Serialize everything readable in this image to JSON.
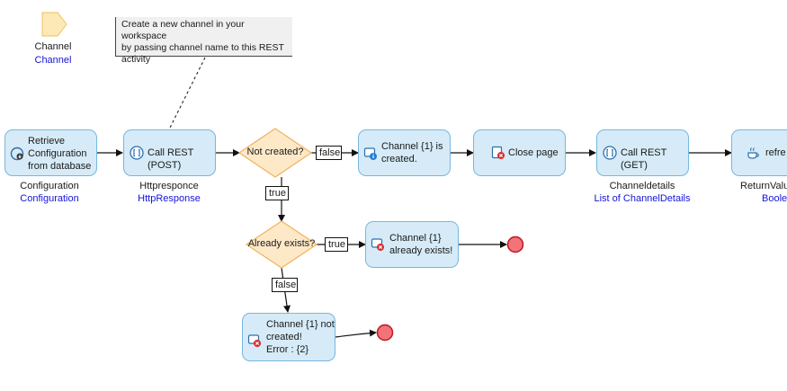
{
  "parameter": {
    "name": "Channel",
    "type": "Channel",
    "icon": "parameter-icon"
  },
  "annotation": {
    "text_lines": [
      "Create a new channel in your workspace",
      "by passing channel name to this REST",
      "activity"
    ]
  },
  "activities": {
    "retrieve": {
      "lines": [
        "Retrieve",
        "Configuration",
        "from database"
      ],
      "var_name": "Configuration",
      "var_type": "Configuration",
      "icon": "retrieve-database-icon"
    },
    "call_post": {
      "label": "Call REST (POST)",
      "var_name": "Httpresponce",
      "var_type": "HttpResponse",
      "icon": "rest-call-icon"
    },
    "created_msg": {
      "lines": [
        "Channel {1} is",
        "created."
      ],
      "icon": "info-message-icon"
    },
    "close_page": {
      "label": "Close page",
      "icon": "close-page-icon"
    },
    "call_get": {
      "label": "Call REST (GET)",
      "var_name": "Channeldetails",
      "var_type": "List of ChannelDetails",
      "icon": "rest-call-icon"
    },
    "refresh": {
      "label": "refre",
      "var_name": "ReturnValu",
      "var_type": "Boole",
      "icon": "java-action-icon"
    },
    "exists_msg": {
      "lines": [
        "Channel {1}",
        "already exists!"
      ],
      "icon": "error-message-icon"
    },
    "not_created_msg": {
      "lines": [
        "Channel {1} not",
        "created!",
        "Error : {2}"
      ],
      "icon": "error-message-icon"
    }
  },
  "decisions": {
    "not_created": {
      "label": "Not created?"
    },
    "already_exists": {
      "label": "Already exists?"
    }
  },
  "conditions": {
    "d1_false": "false",
    "d1_true": "true",
    "d2_true": "true",
    "d2_false": "false"
  },
  "colors": {
    "activity_fill": "#d6ebf7",
    "activity_border": "#77b6e0",
    "decision_fill": "#fde9c8",
    "decision_border": "#f2b25c",
    "end_event_fill": "#f2747a",
    "end_event_border": "#c0161e",
    "variable_type": "#1414d8"
  }
}
